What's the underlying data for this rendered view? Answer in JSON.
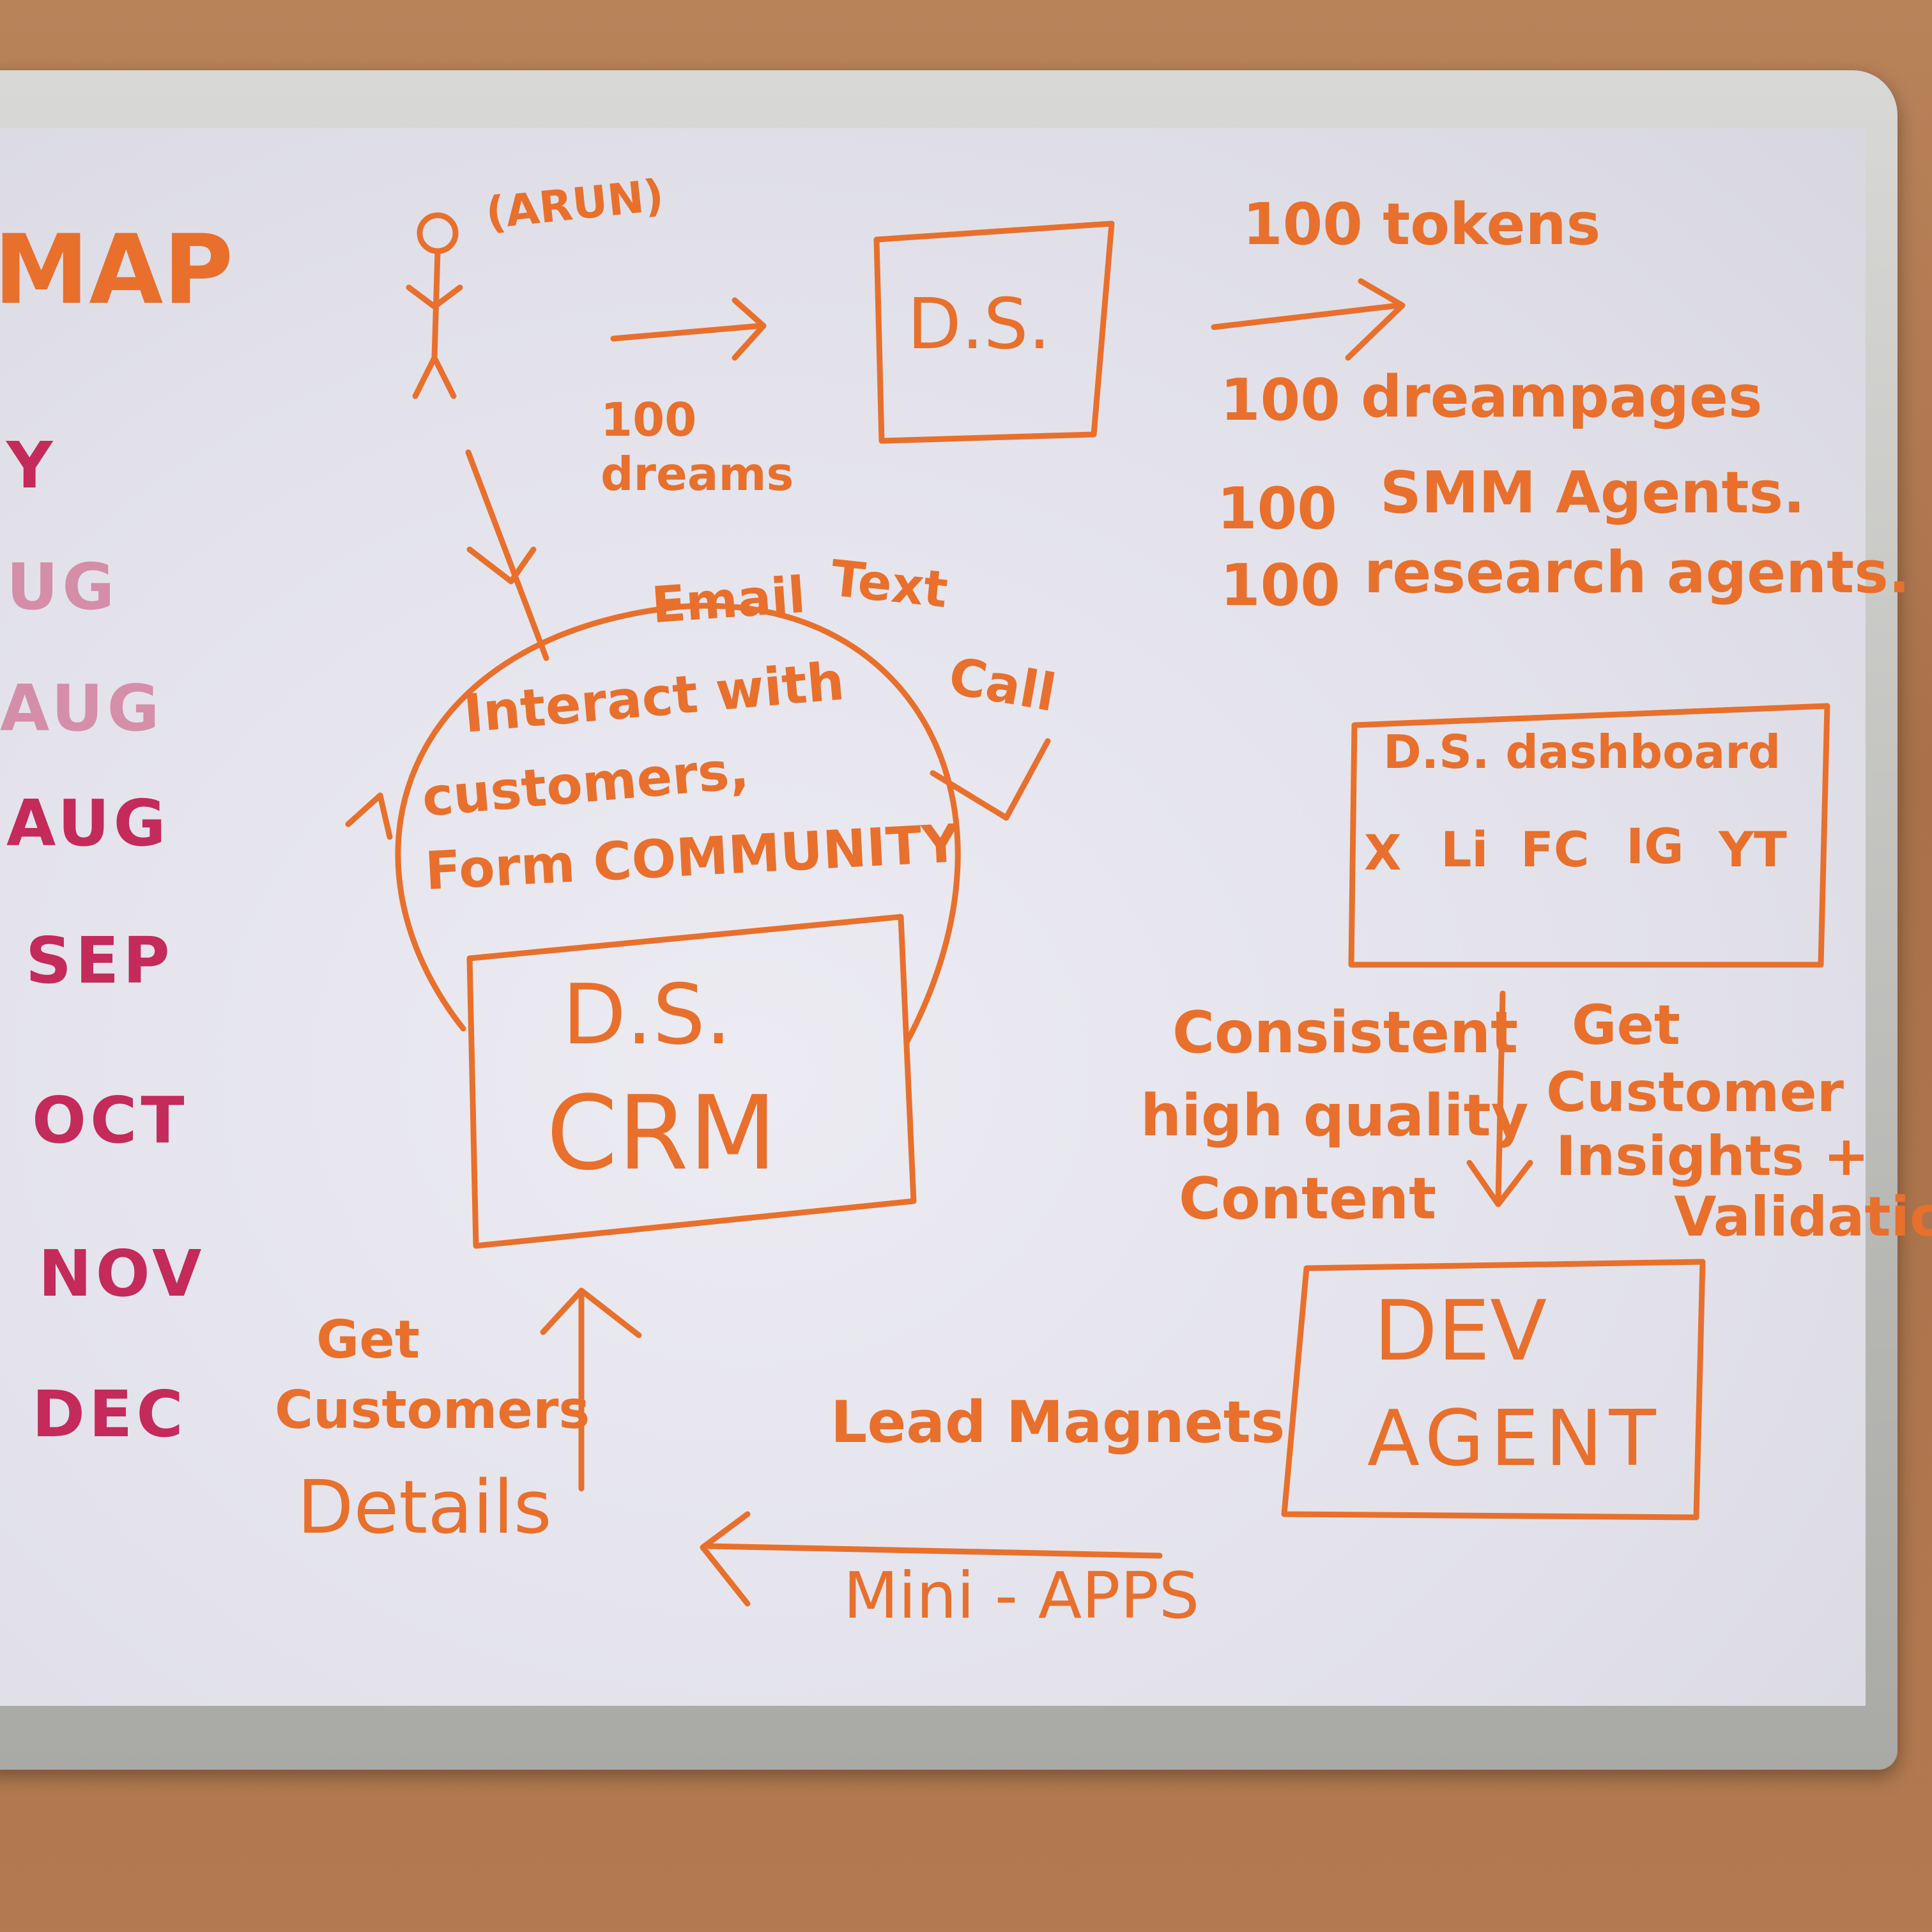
{
  "title_fragment": "MAP",
  "months": [
    "Y",
    "UG",
    "AUG",
    "AUG",
    "SEP",
    "OCT",
    "NOV",
    "DEC"
  ],
  "person": {
    "name": "(ARUN)"
  },
  "input": {
    "count": "100",
    "label": "dreams"
  },
  "ds_box": "D.S.",
  "tokens": "100 tokens",
  "outputs": [
    {
      "count": "100",
      "label": "dreampages"
    },
    {
      "count": "100",
      "label": "SMM Agents."
    },
    {
      "count": "100",
      "label": "research agents."
    }
  ],
  "channels": {
    "email": "Email",
    "text": "Text",
    "call": "Call"
  },
  "loop_text": [
    "Interact with",
    "customers,",
    "Form COMMUNITY"
  ],
  "crm_box": {
    "line1": "D.S.",
    "line2": "CRM"
  },
  "dashboard": {
    "title": "D.S. dashboard",
    "platforms": [
      "X",
      "Li",
      "FC",
      "IG",
      "YT"
    ]
  },
  "left_flow": [
    "Consistent",
    "high quality",
    "Content"
  ],
  "right_flow": [
    "Get",
    "Customer",
    "Insights +",
    "Validation"
  ],
  "dev_box": {
    "line1": "DEV",
    "line2": "AGENT"
  },
  "lead_magnets": "Lead Magnets",
  "mini_apps": "Mini - APPS",
  "get_details": [
    "Get",
    "Customers",
    "Details"
  ],
  "colors": {
    "marker_orange": "#e8702c",
    "marker_magenta": "#c42a5a",
    "board": "#e6e5ed"
  }
}
